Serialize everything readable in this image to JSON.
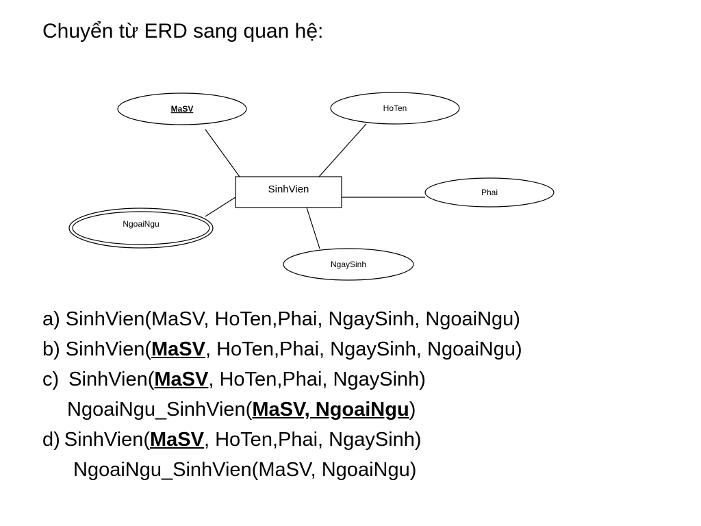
{
  "title": "Chuyển từ ERD sang quan hệ:",
  "diagram": {
    "entity": "SinhVien",
    "attributes": {
      "masv": "MaSV",
      "hoten": "HoTen",
      "phai": "Phai",
      "ngaysinh": "NgaySinh",
      "ngoaingu": "NgoaiNgu"
    }
  },
  "options": {
    "a": {
      "prefix": "a)",
      "text": "SinhVien(MaSV, HoTen,Phai, NgaySinh, NgoaiNgu)"
    },
    "b": {
      "prefix": "b)",
      "rel": "SinhVien(",
      "key": "MaSV",
      "rest": ", HoTen,Phai, NgaySinh, NgoaiNgu)"
    },
    "c": {
      "prefix": "c)",
      "rel1": "SinhVien(",
      "key1": "MaSV",
      "rest1": ", HoTen,Phai, NgaySinh)",
      "rel2": "NgoaiNgu_SinhVien(",
      "key2": "MaSV, NgoaiNgu",
      "rest2": ")"
    },
    "d": {
      "prefix": "d)",
      "rel1": "SinhVien(",
      "key1": "MaSV",
      "rest1": ", HoTen,Phai, NgaySinh)",
      "text2": "NgoaiNgu_SinhVien(MaSV, NgoaiNgu)"
    }
  }
}
